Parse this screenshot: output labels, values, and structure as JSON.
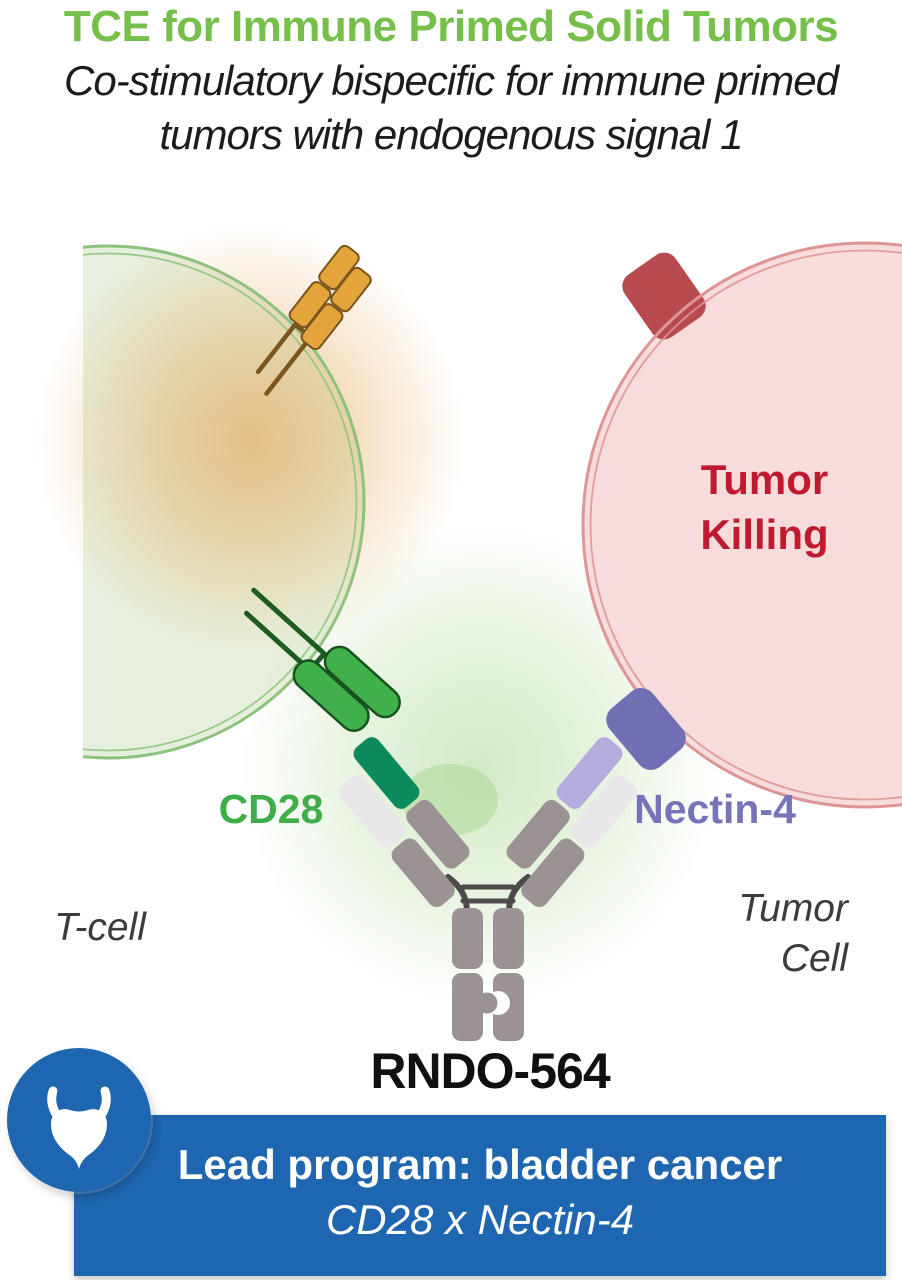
{
  "header": {
    "title": "TCE for Immune Primed Solid Tumors",
    "subtitle_line1": "Co-stimulatory bispecific for immune primed",
    "subtitle_line2": "tumors with endogenous signal 1"
  },
  "diagram": {
    "t_cell_label": "T-cell",
    "tumor_cell_label_line1": "Tumor",
    "tumor_cell_label_line2": "Cell",
    "tumor_killing_line1": "Tumor",
    "tumor_killing_line2": "Killing",
    "cd28_label": "CD28",
    "nectin4_label": "Nectin-4",
    "antibody_name": "RNDO-564",
    "icons": {
      "tcr": "tcr-receptor-icon",
      "cd28": "cd28-receptor-icon",
      "nectin4": "nectin4-receptor-icon",
      "tumor_antigen": "tumor-antigen-icon",
      "antibody": "bispecific-antibody-icon",
      "bladder": "bladder-icon"
    }
  },
  "banner": {
    "line1": "Lead program: bladder cancer",
    "line2": "CD28 x Nectin-4"
  },
  "colors": {
    "title_green": "#76BF4B",
    "text_dark": "#1C1C1C",
    "label_gray": "#3C3C3C",
    "tcell_fill": "#E7F0DE",
    "tcell_membrane": "#8CC27C",
    "orange_glow": "#E09A40",
    "tcr_orange": "#E3A43B",
    "tcr_outline": "#7A551E",
    "cd28_green": "#3FB04A",
    "cd28_dark": "#1E5B20",
    "cd28_label_green": "#3FAE49",
    "tumor_fill": "#F8DBDB",
    "tumor_membrane": "#DE9595",
    "tumor_antigen_red": "#B84A50",
    "tumor_killing_red": "#C01A30",
    "nectin_purple": "#716FB3",
    "nectin_label_purple": "#7673B8",
    "antibody_gray": "#9B9393",
    "antibody_light": "#E9E7EA",
    "antibody_teal": "#0B8A5C",
    "antibody_lavender": "#B4ACDC",
    "antibody_hinge": "#4E4A4A",
    "banner_blue": "#1E66AF",
    "banner_text": "#FFFFFF"
  }
}
